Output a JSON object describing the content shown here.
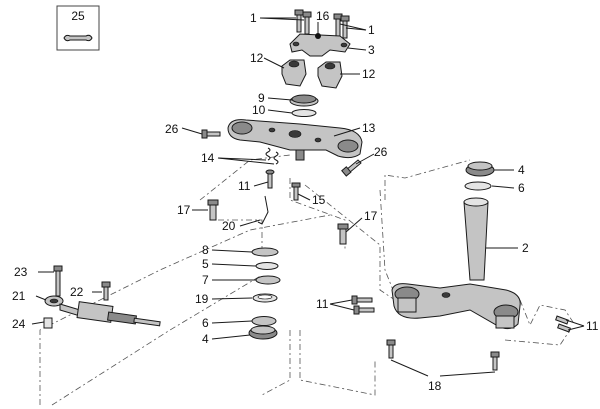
{
  "callouts": {
    "n1": "1",
    "n2": "2",
    "n3": "3",
    "n4": "4",
    "n5": "5",
    "n6": "6",
    "n7": "7",
    "n8": "8",
    "n9": "9",
    "n10": "10",
    "n11": "11",
    "n12": "12",
    "n13": "13",
    "n14": "14",
    "n15": "15",
    "n16": "16",
    "n17": "17",
    "n18": "18",
    "n19": "19",
    "n20": "20",
    "n21": "21",
    "n22": "22",
    "n23": "23",
    "n24": "24",
    "n25": "25",
    "n26": "26"
  },
  "colors": {
    "part_fill": "#c4c4c4",
    "part_dark": "#8a8a8a",
    "line": "#1a1a1a"
  }
}
